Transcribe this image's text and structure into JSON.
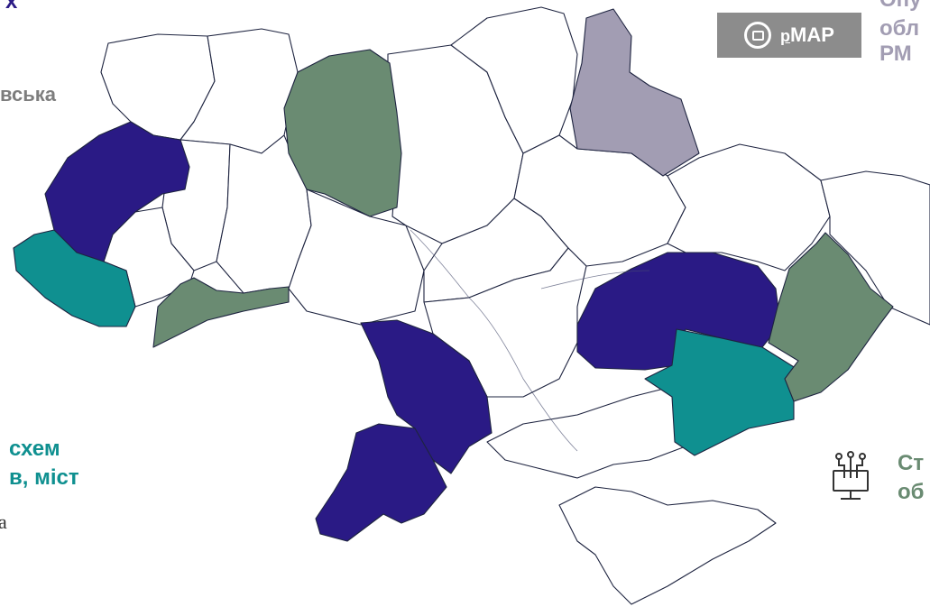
{
  "colors": {
    "navy": "#2a1a85",
    "teal": "#0f9090",
    "sage": "#6a8b72",
    "lavender": "#a29db3",
    "white_region": "#ffffff"
  },
  "text_fragments": {
    "top_left": "х",
    "left_mid": "вська",
    "bottom_left_1": "схем",
    "bottom_left_2": "в, міст",
    "bottom_left_3": "а",
    "top_right_1": "Опу",
    "top_right_2": "обл",
    "top_right_3": "РМ",
    "right_1": "Ст",
    "right_2": "об"
  },
  "logo": {
    "text_main": "MAP",
    "text_prefix": "p",
    "icon": "pmap-logo-icon"
  },
  "right_icon": "circuit-monitor-icon",
  "highlighted_regions": [
    {
      "name": "lviv",
      "color": "navy"
    },
    {
      "name": "zakarpattia",
      "color": "teal"
    },
    {
      "name": "chernivtsi",
      "color": "sage"
    },
    {
      "name": "zhytomyr",
      "color": "sage"
    },
    {
      "name": "sumy",
      "color": "lavender"
    },
    {
      "name": "mykolaiv",
      "color": "navy"
    },
    {
      "name": "odesa",
      "color": "navy"
    },
    {
      "name": "dnipropetrovsk",
      "color": "navy"
    },
    {
      "name": "zaporizhzhia",
      "color": "teal"
    },
    {
      "name": "donetsk",
      "color": "sage"
    }
  ]
}
